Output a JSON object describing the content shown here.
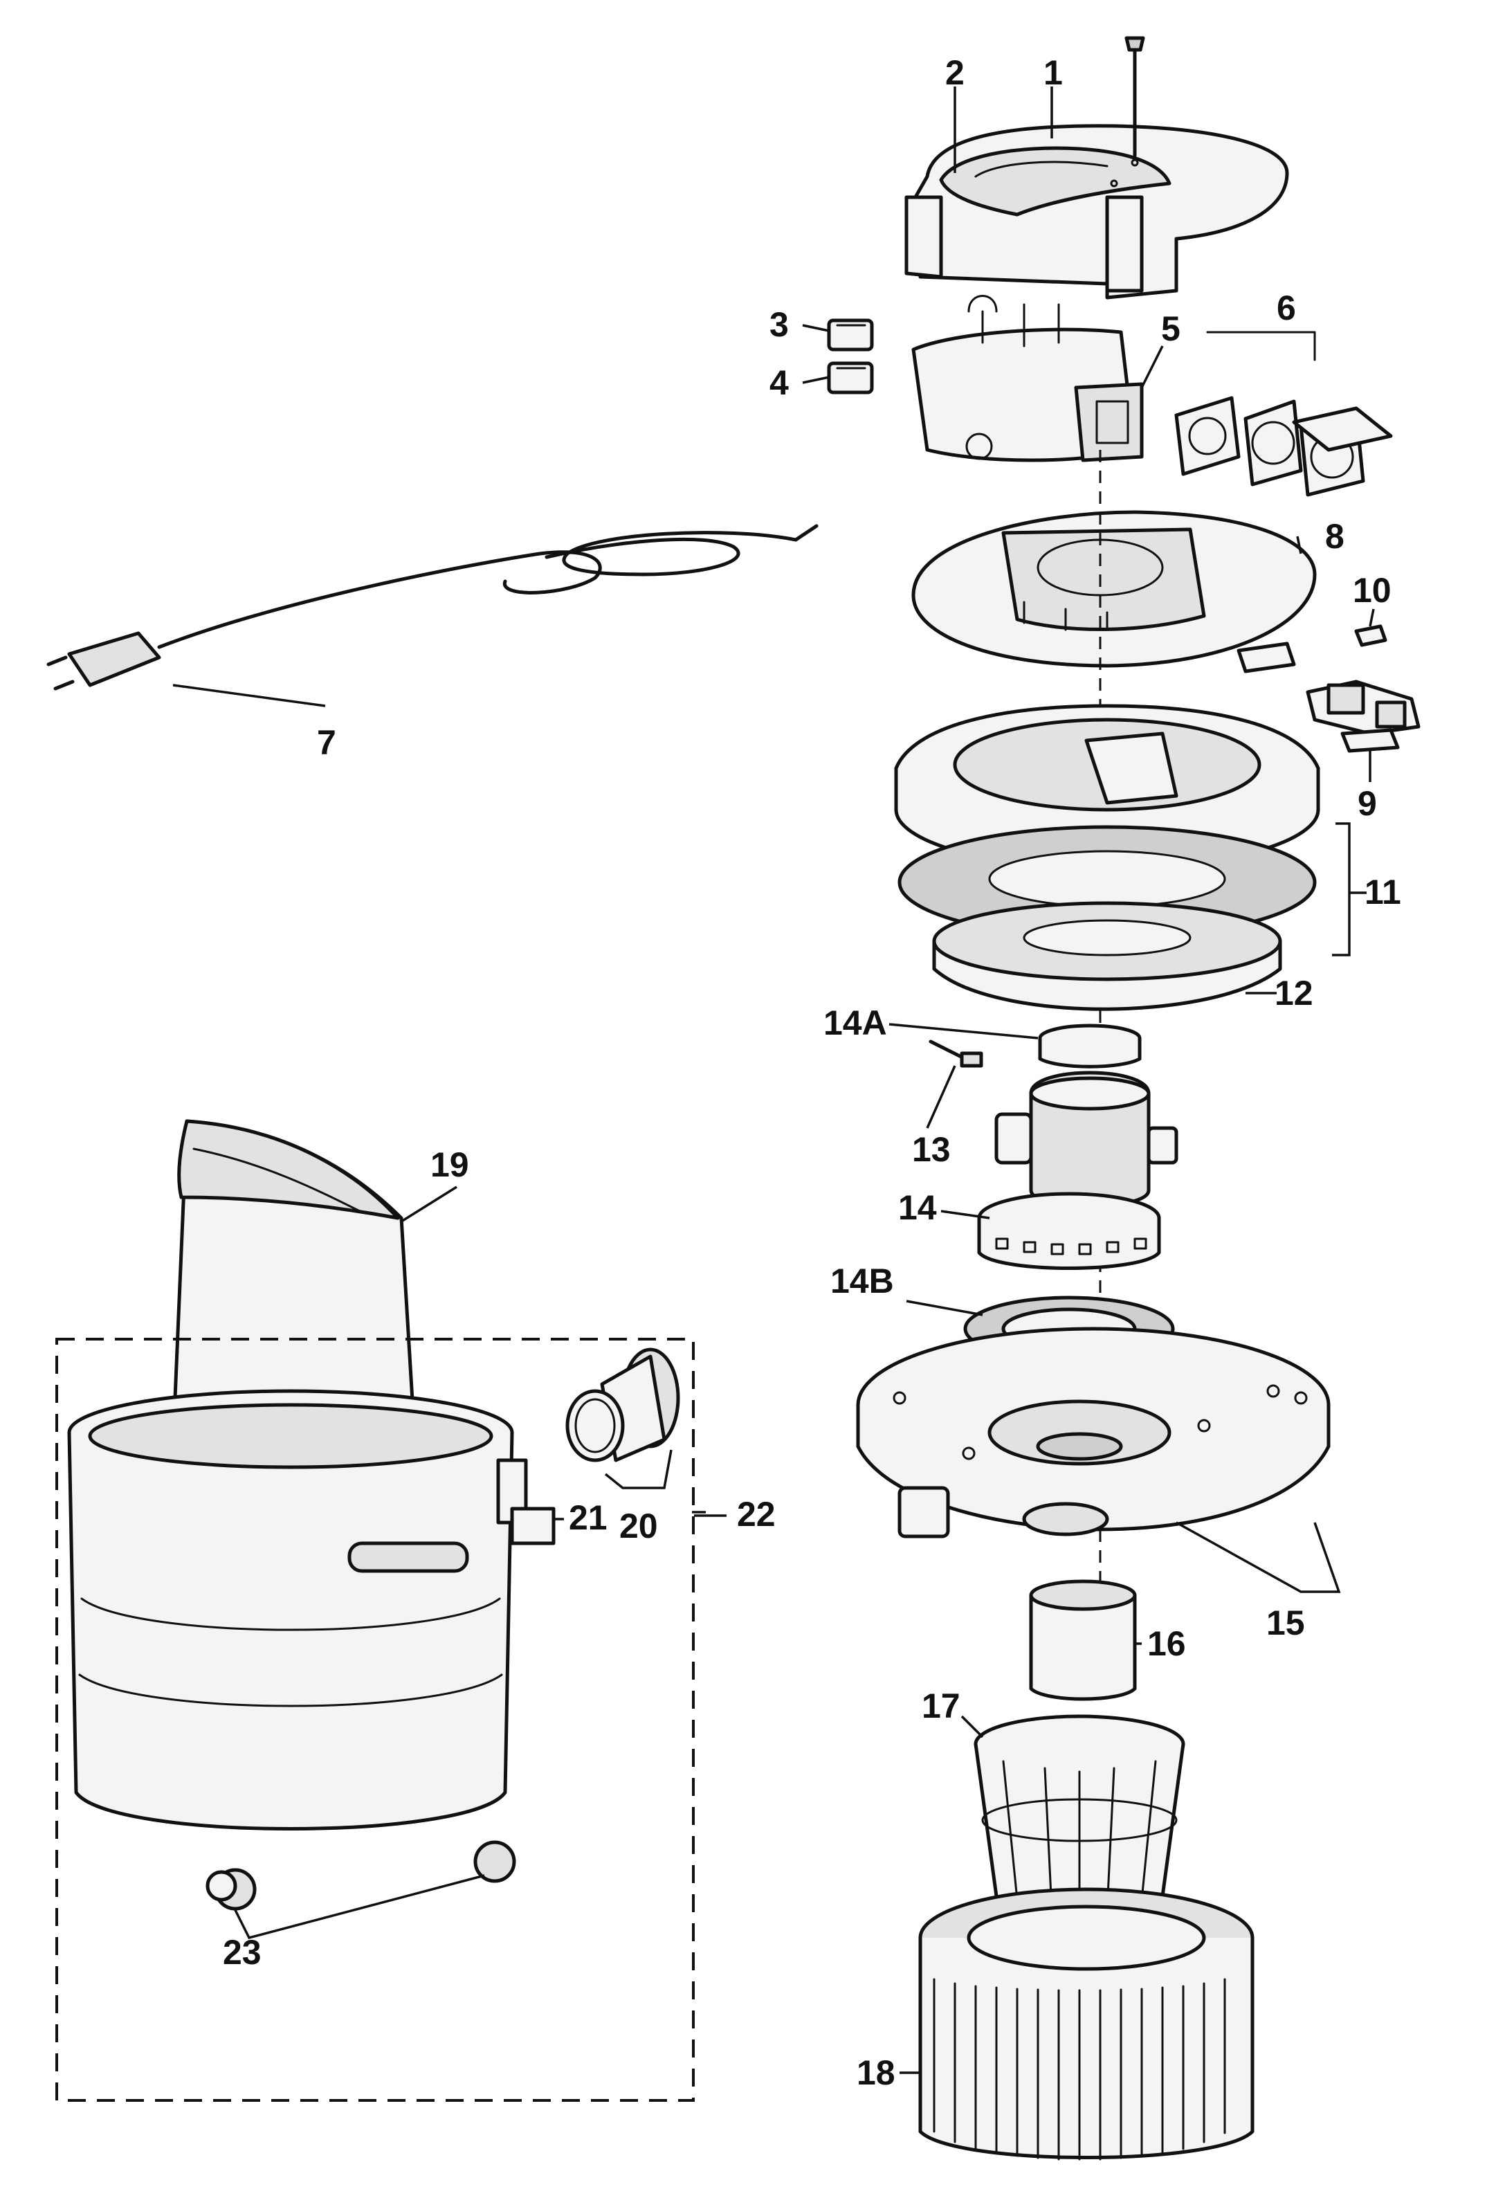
{
  "diagram": {
    "part_labels": {
      "p1": "1",
      "p2": "2",
      "p3": "3",
      "p4": "4",
      "p5": "5",
      "p6": "6",
      "p7": "7",
      "p8": "8",
      "p9": "9",
      "p10": "10",
      "p11": "11",
      "p12": "12",
      "p13": "13",
      "p14": "14",
      "p14a": "14A",
      "p14b": "14B",
      "p15": "15",
      "p16": "16",
      "p17": "17",
      "p18": "18",
      "p19": "19",
      "p20": "20",
      "p21": "21",
      "p22": "22",
      "p23": "23"
    },
    "colors": {
      "ink": "#111111",
      "paper": "#ffffff",
      "shade_light": "#f4f4f4",
      "shade_mid": "#e2e2e2",
      "shade_dark": "#cfcfcf"
    }
  }
}
